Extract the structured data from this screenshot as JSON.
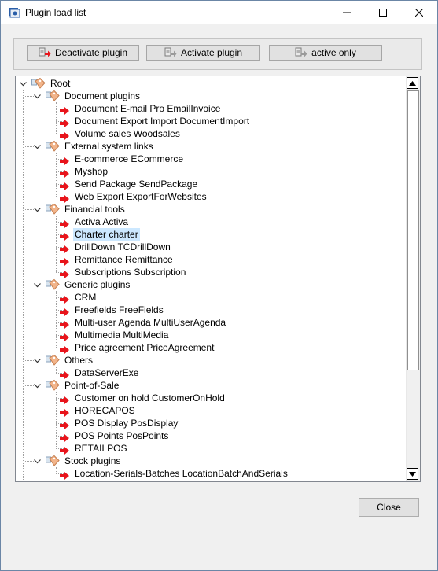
{
  "window": {
    "title": "Plugin load list"
  },
  "toolbar": {
    "deactivate_label": "Deactivate plugin",
    "activate_label": "Activate plugin",
    "active_only_label": "active only"
  },
  "tree": {
    "root": "Root",
    "groups": [
      {
        "label": "Document plugins",
        "items": [
          "Document E-mail Pro EmailInvoice",
          "Document Export Import DocumentImport",
          "Volume sales Woodsales"
        ]
      },
      {
        "label": "External system links",
        "items": [
          "E-commerce ECommerce",
          "Myshop",
          "Send Package SendPackage",
          "Web Export ExportForWebsites"
        ]
      },
      {
        "label": "Financial tools",
        "items": [
          "Activa Activa",
          "Charter charter",
          "DrillDown TCDrillDown",
          "Remittance Remittance",
          "Subscriptions Subscription"
        ]
      },
      {
        "label": "Generic plugins",
        "items": [
          "CRM",
          "Freefields FreeFields",
          "Multi-user Agenda MultiUserAgenda",
          "Multimedia MultiMedia",
          "Price agreement PriceAgreement"
        ]
      },
      {
        "label": "Others",
        "items": [
          "DataServerExe"
        ]
      },
      {
        "label": "Point-of-Sale",
        "items": [
          "Customer on hold CustomerOnHold",
          "HORECAPOS",
          "POS Display PosDisplay",
          "POS Points PosPoints",
          "RETAILPOS"
        ]
      },
      {
        "label": "Stock plugins",
        "items": [
          "Location-Serials-Batches LocationBatchAndSerials"
        ]
      }
    ],
    "selected_item": "Charter charter"
  },
  "footer": {
    "close_label": "Close"
  },
  "colors": {
    "plugin_arrow": "#e8141b",
    "selection": "#cce8ff",
    "folder_tag": "#f2b48a"
  }
}
